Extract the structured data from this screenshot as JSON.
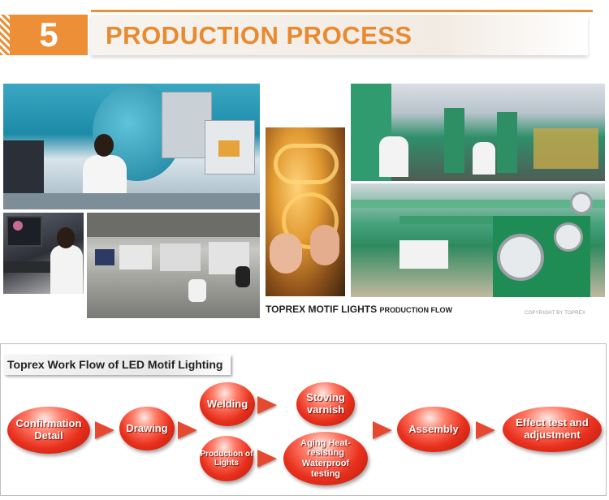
{
  "header": {
    "number": "5",
    "title": "PRODUCTION PROCESS"
  },
  "caption": {
    "main": "TOPREX MOTIF LIGHTS",
    "sub": "PRODUCTION FLOW"
  },
  "copyright": "COPYRIGHT BY TOPREX",
  "workflow": {
    "title": "Toprex Work Flow of LED Motif Lighting",
    "steps": {
      "confirmation": "Confirmation Detail",
      "drawing": "Drawing",
      "welding": "Welding",
      "production": "Production of Lights",
      "stoving": "Stoving varnish",
      "aging": "Aging Heat-resisting Waterproof testing",
      "assembly": "Assembly",
      "effect": "Effect test and adjustment"
    }
  },
  "colors": {
    "accent": "#ec8f37",
    "node_red": "#e8301d"
  }
}
